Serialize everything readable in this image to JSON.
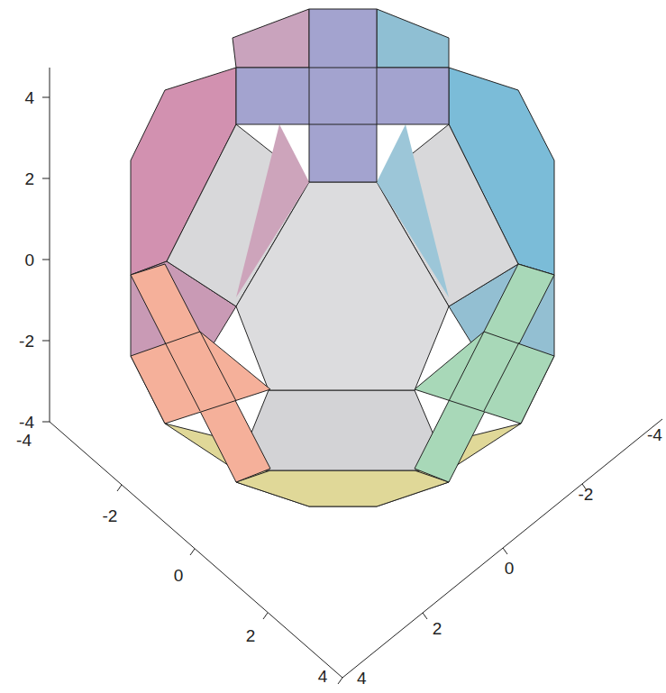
{
  "diagram": {
    "labels": [
      "4",
      "2",
      "0",
      "-2",
      "-4",
      "-4",
      "-2",
      "0",
      "2",
      "4",
      "-4",
      "-2",
      "0",
      "2",
      "4"
    ]
  }
}
